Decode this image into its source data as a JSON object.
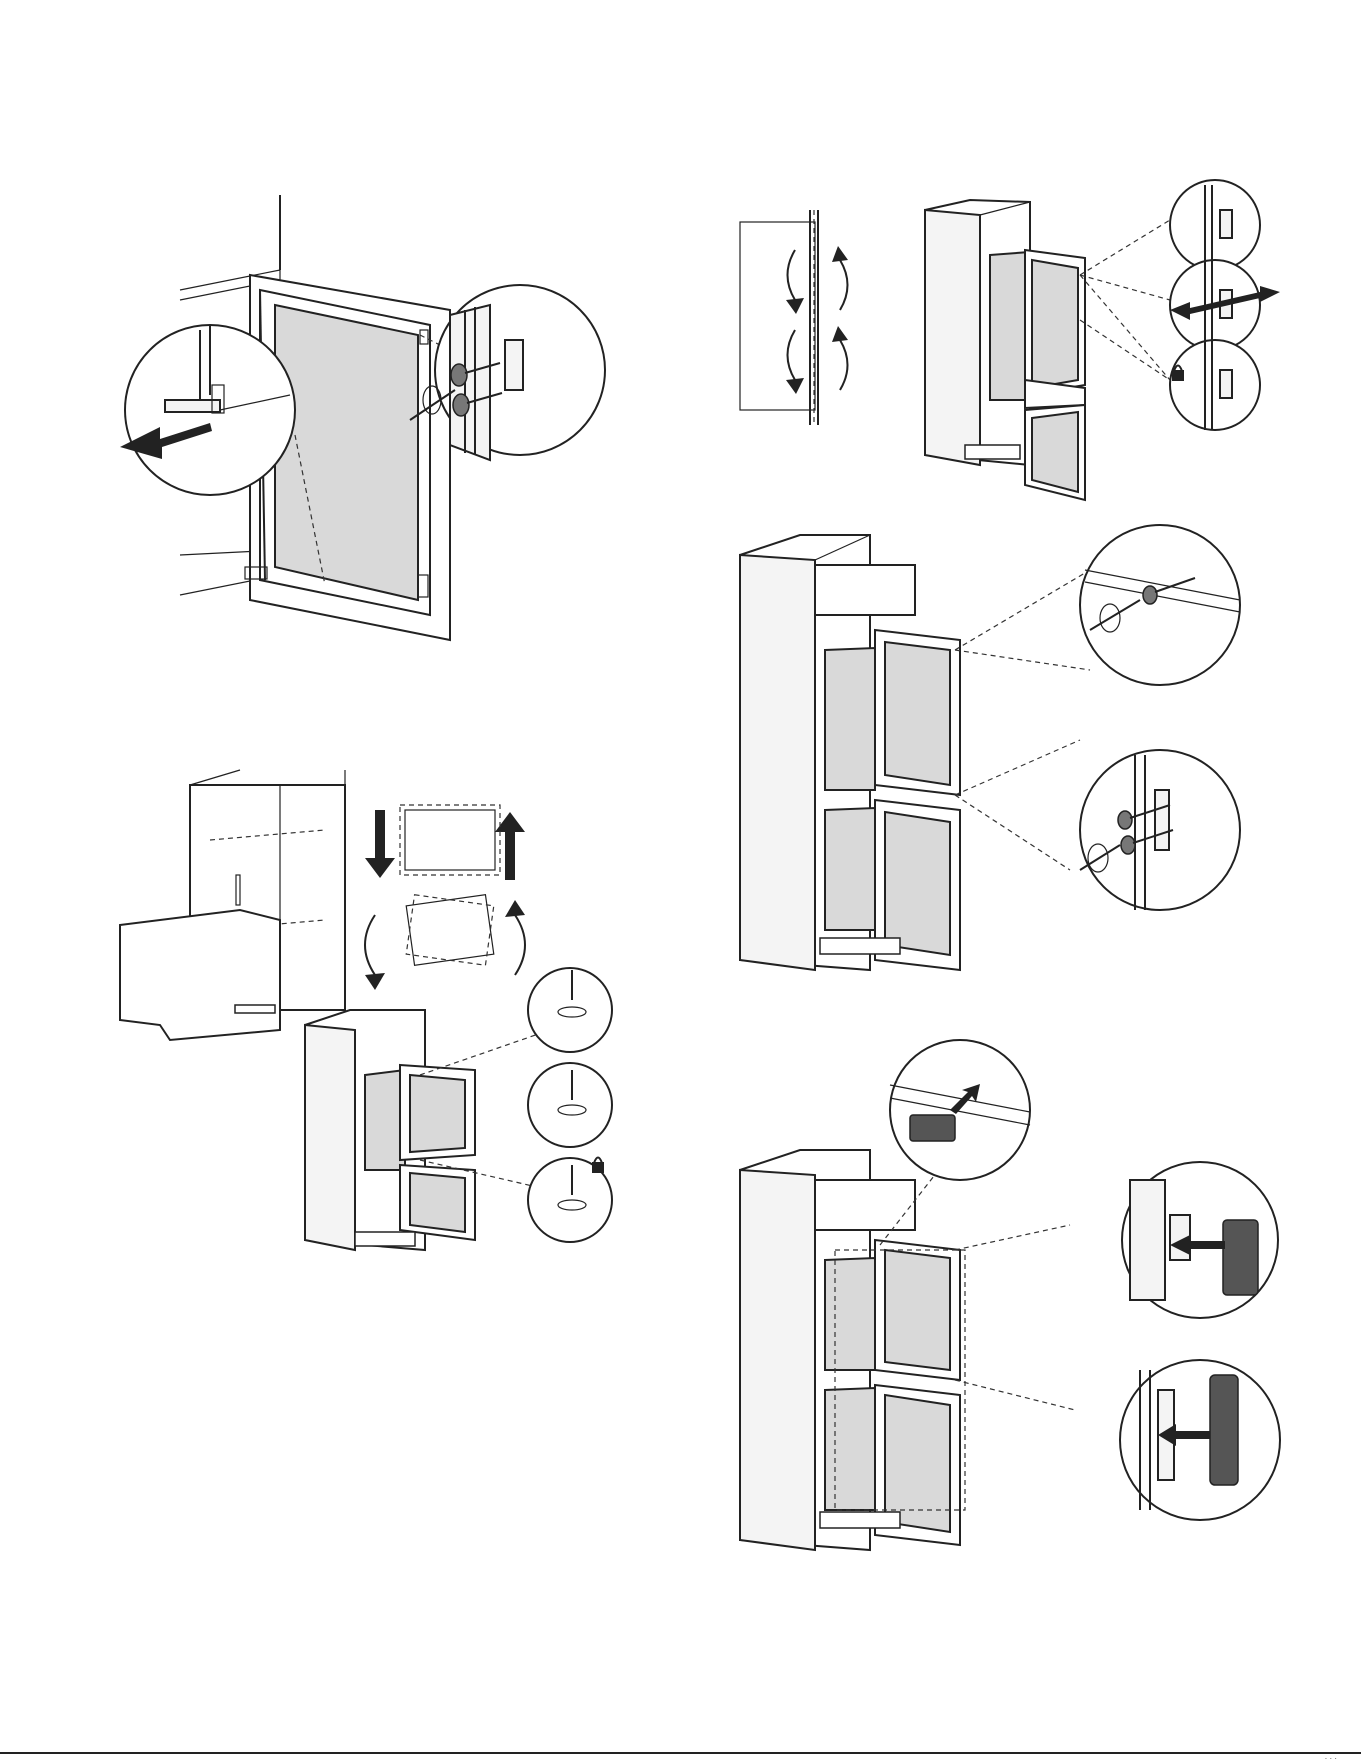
{
  "page": {
    "figures": [
      {
        "id": "fig-1",
        "icon": "door-panel-removal-illustration"
      },
      {
        "id": "fig-2",
        "icon": "hinge-adjustment-illustration"
      },
      {
        "id": "fig-3",
        "icon": "door-alignment-illustration"
      },
      {
        "id": "fig-4",
        "icon": "door-fixing-screws-illustration"
      },
      {
        "id": "fig-5",
        "icon": "hinge-cover-fitting-illustration"
      }
    ],
    "colors": {
      "line": "#222222",
      "panel": "#d9d9d9",
      "cover": "#555555",
      "background": "#ffffff"
    }
  },
  "footer": {
    "text": "· · ·"
  }
}
